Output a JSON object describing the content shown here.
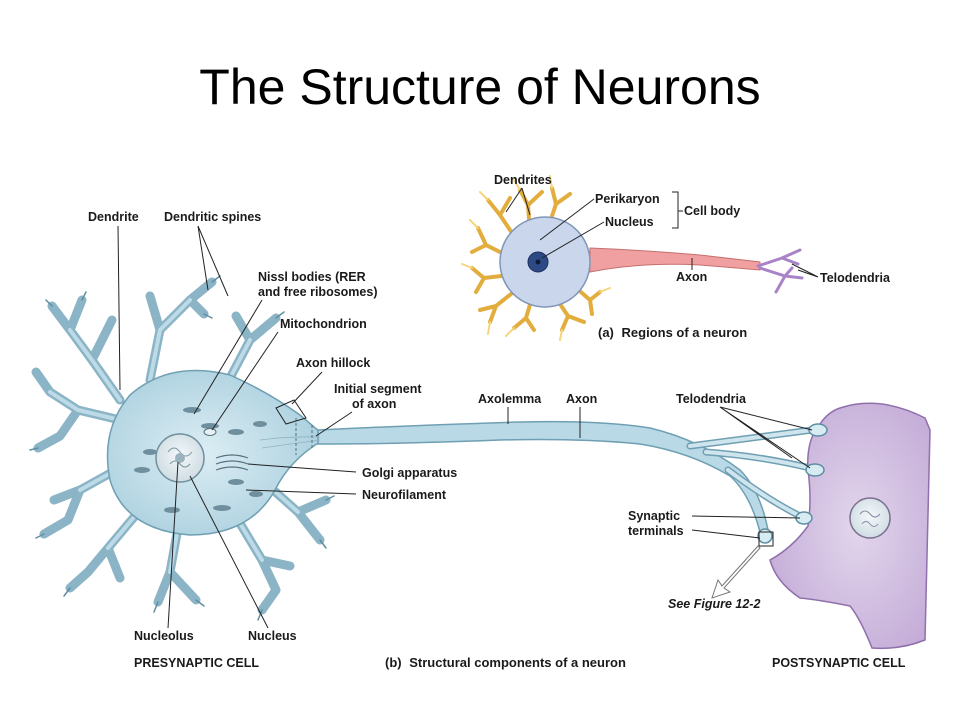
{
  "title": "The Structure of Neurons",
  "panel_a": {
    "labels": {
      "dendrites": "Dendrites",
      "perikaryon": "Perikaryon",
      "nucleus": "Nucleus",
      "cell_body": "Cell body",
      "axon": "Axon",
      "telodendria": "Telodendria"
    },
    "caption_letter": "(a)",
    "caption": "Regions of a neuron"
  },
  "panel_b": {
    "labels": {
      "dendrite": "Dendrite",
      "dendritic_spines": "Dendritic spines",
      "nissl_line1": "Nissl bodies (RER",
      "nissl_line2": "and free ribosomes)",
      "mitochondrion": "Mitochondrion",
      "axon_hillock": "Axon hillock",
      "initial_segment_line1": "Initial segment",
      "initial_segment_line2": "of axon",
      "axolemma": "Axolemma",
      "axon": "Axon",
      "telodendria": "Telodendria",
      "golgi": "Golgi apparatus",
      "neurofilament": "Neurofilament",
      "synaptic_line1": "Synaptic",
      "synaptic_line2": "terminals",
      "see_figure": "See Figure 12-2",
      "nucleolus": "Nucleolus",
      "nucleus": "Nucleus",
      "presynaptic": "PRESYNAPTIC CELL",
      "postsynaptic": "POSTSYNAPTIC CELL"
    },
    "caption_letter": "(b)",
    "caption": "Structural components of a neuron"
  },
  "colors": {
    "neuron_blue": "#b9d9e6",
    "neuron_outline": "#6f9fb3",
    "postsynaptic_purple": "#cdb8dc",
    "cell_body_a": "#c9d6ec",
    "dendrite_yellow": "#f2c45a",
    "axon_pink": "#ef9a9a",
    "telodendria_purple": "#b08ad0",
    "nucleus_dark": "#2e4a86"
  }
}
